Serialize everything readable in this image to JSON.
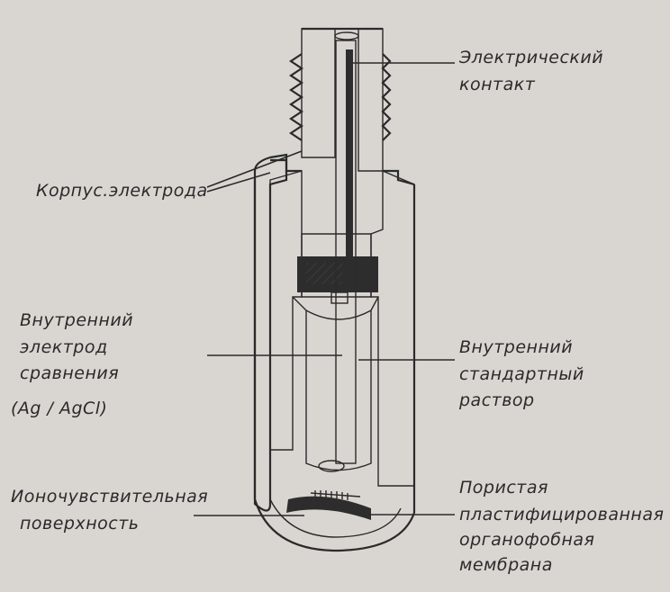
{
  "labels": {
    "contact": [
      "Электрический",
      "контакт"
    ],
    "body": [
      "Корпус.электрода"
    ],
    "inner_electrode": [
      "Внутренний",
      "электрод",
      "сравнения",
      "(Ag / AgCl)"
    ],
    "inner_solution": [
      "Внутренний",
      "стандартный",
      "раствор"
    ],
    "ion_surface": [
      "Ионочувствительная",
      "поверхность"
    ],
    "membrane": [
      "Пористая",
      "пластифицированная",
      "органофобная",
      "мембрана"
    ]
  },
  "colors": {
    "background": "#d9d6d2",
    "ink": "#2b2a2a",
    "hatch": "#4a4848",
    "fill_dark": "#2e2d2d"
  }
}
